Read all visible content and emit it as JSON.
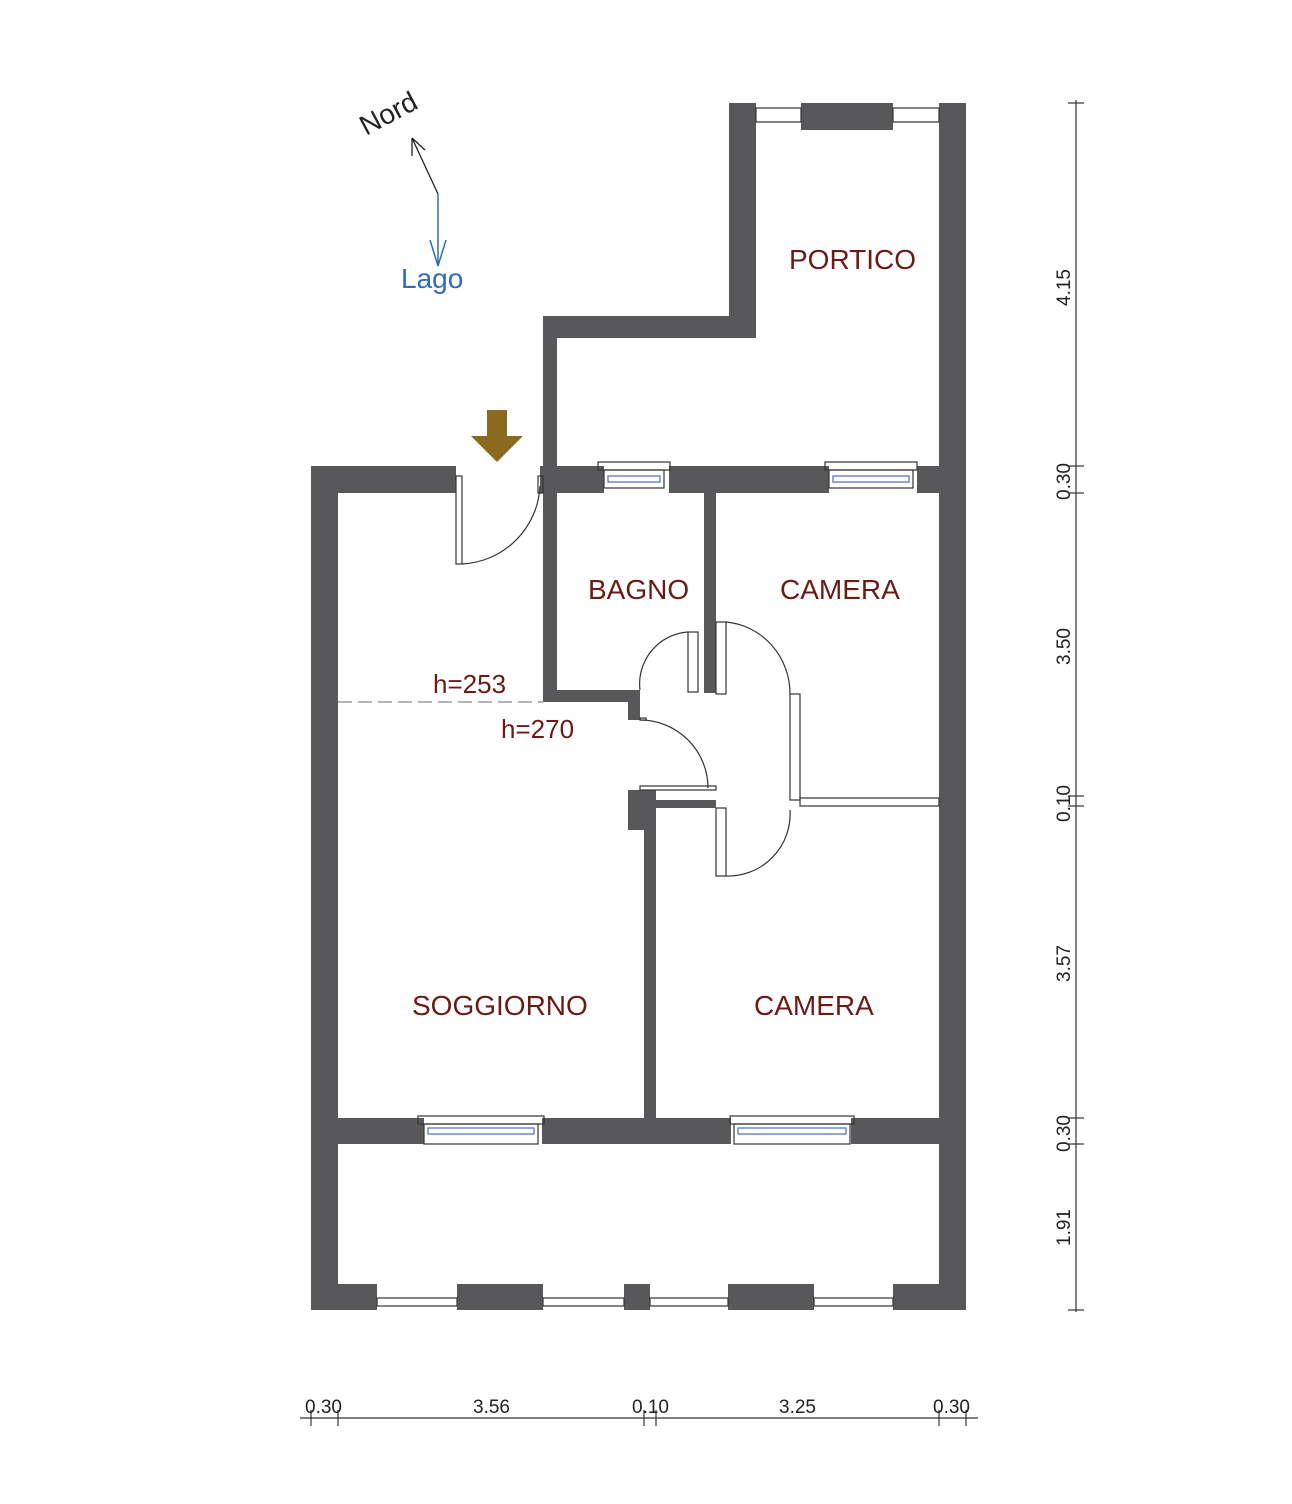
{
  "compass": {
    "north_label": "Nord",
    "lake_label": "Lago",
    "north_color": "#222222",
    "lake_color": "#2f6cb5"
  },
  "rooms": {
    "portico": "PORTICO",
    "bagno": "BAGNO",
    "camera_top": "CAMERA",
    "soggiorno": "SOGGIORNO",
    "camera_bottom": "CAMERA"
  },
  "heights": {
    "upper": "h=253",
    "lower": "h=270"
  },
  "entrance": {
    "icon": "arrow-down-icon",
    "color": "#8a6a1e"
  },
  "colors": {
    "wall": "#58585a",
    "label": "#6b1b14",
    "window_glass": "#4a6fb5"
  },
  "dimensions": {
    "vertical": [
      "4.15",
      "0.30",
      "3.50",
      "0.10",
      "3.57",
      "0.30",
      "1.91"
    ],
    "horizontal": [
      "0.30",
      "3.56",
      "0.10",
      "3.25",
      "0.30"
    ]
  }
}
